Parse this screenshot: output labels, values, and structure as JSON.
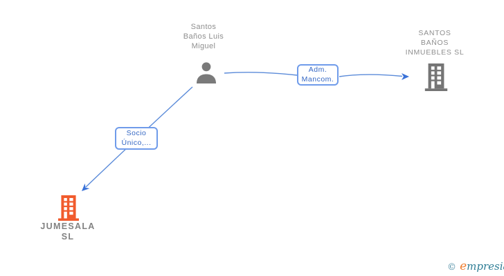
{
  "colors": {
    "background": "#ffffff",
    "edge_blue": "#5b8bd9",
    "arrow_blue": "#3a72d8",
    "edge_box_border": "#6f9bea",
    "edge_box_text": "#3467c4",
    "node_text_gray": "#8e8e8e",
    "person_icon_gray": "#7a7a7a",
    "building_gray": "#757575",
    "building_orange": "#f15b2d",
    "logo_teal": "#2e7d95",
    "logo_orange": "#ef7d2f"
  },
  "nodes": {
    "person": {
      "name": "Santos Baños Luis Miguel",
      "lines": [
        "Santos",
        "Baños Luis",
        "Miguel"
      ],
      "icon": "person-icon"
    },
    "company_right": {
      "name": "SANTOS BAÑOS INMUEBLES SL",
      "lines": [
        "SANTOS",
        "BAÑOS",
        "INMUEBLES SL"
      ],
      "icon": "building-icon-gray"
    },
    "company_left": {
      "name": "JUMESALA SL",
      "lines": [
        "JUMESALA",
        "SL"
      ],
      "icon": "building-icon-orange"
    }
  },
  "edges": {
    "adm": {
      "label": "Adm. Mancom.",
      "lines": [
        "Adm.",
        "Mancom."
      ],
      "from": "person",
      "to": "company_right"
    },
    "socio": {
      "label": "Socio Único,...",
      "lines": [
        "Socio",
        "Único,..."
      ],
      "from": "person",
      "to": "company_left"
    }
  },
  "footer": {
    "copyright_symbol": "©",
    "brand_first_letter": "e",
    "brand_rest": "mpresia"
  }
}
